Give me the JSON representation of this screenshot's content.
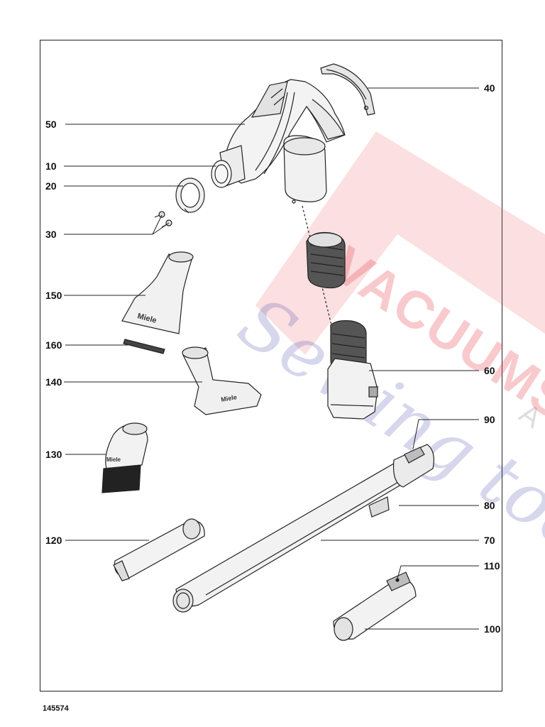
{
  "document_number": "145574",
  "part_labels": {
    "l10": "10",
    "l20": "20",
    "l30": "30",
    "l40": "40",
    "l50": "50",
    "l60": "60",
    "l70": "70",
    "l80": "80",
    "l90": "90",
    "l100": "100",
    "l110": "110",
    "l120": "120",
    "l130": "130",
    "l140": "140",
    "l150": "150",
    "l160": "160"
  },
  "brand_marks": {
    "nozzle_brand": "Miele"
  },
  "watermark": {
    "line1": "VACUUMS",
    "line2": "Sewing too",
    "line3": "A"
  },
  "colors": {
    "watermark_red": "#e8505a",
    "watermark_blue": "#4646aa",
    "line": "#222222"
  }
}
